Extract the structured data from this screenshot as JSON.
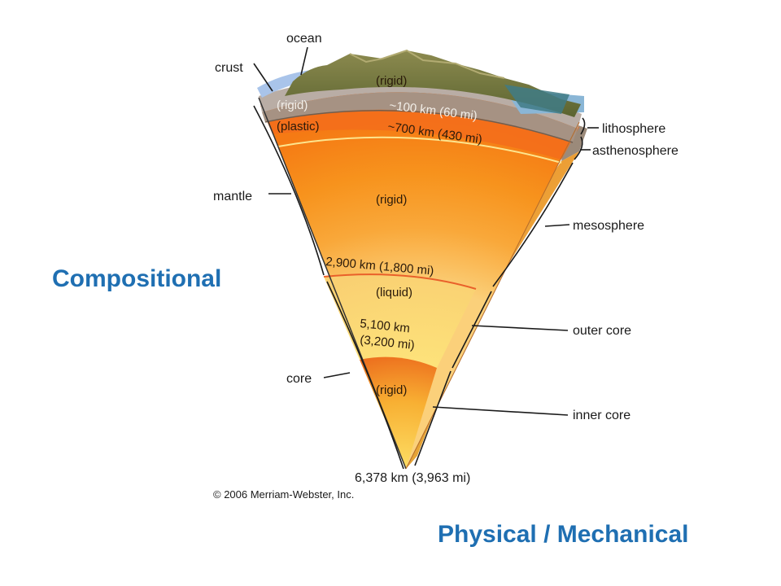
{
  "labels": {
    "ocean": "ocean",
    "crust": "crust",
    "mantle": "mantle",
    "core": "core",
    "lithosphere": "lithosphere",
    "asthenosphere": "asthenosphere",
    "mesosphere": "mesosphere",
    "outer_core": "outer core",
    "inner_core": "inner core"
  },
  "layer_states": {
    "crust_rigid": "(rigid)",
    "lithosphere_rigid": "(rigid)",
    "asthenosphere_plastic": "(plastic)",
    "mesosphere_rigid": "(rigid)",
    "outer_core_liquid": "(liquid)",
    "inner_core_rigid": "(rigid)"
  },
  "depths": {
    "lithosphere": "~100 km (60 mi)",
    "asthenosphere": "~700 km (430 mi)",
    "mantle_core": "2,900 km (1,800 mi)",
    "outer_core_line1": "5,100 km",
    "outer_core_line2": "(3,200 mi)",
    "center": "6,378 km (3,963 mi)"
  },
  "copyright": "© 2006 Merriam-Webster, Inc.",
  "headings": {
    "compositional": "Compositional",
    "physical": "Physical / Mechanical"
  },
  "colors": {
    "heading_blue": "#1f6fb2",
    "mantle_orange": "#f7941d",
    "core_yellow": "#f9d94a",
    "ocean_blue": "#a9c4ea"
  }
}
